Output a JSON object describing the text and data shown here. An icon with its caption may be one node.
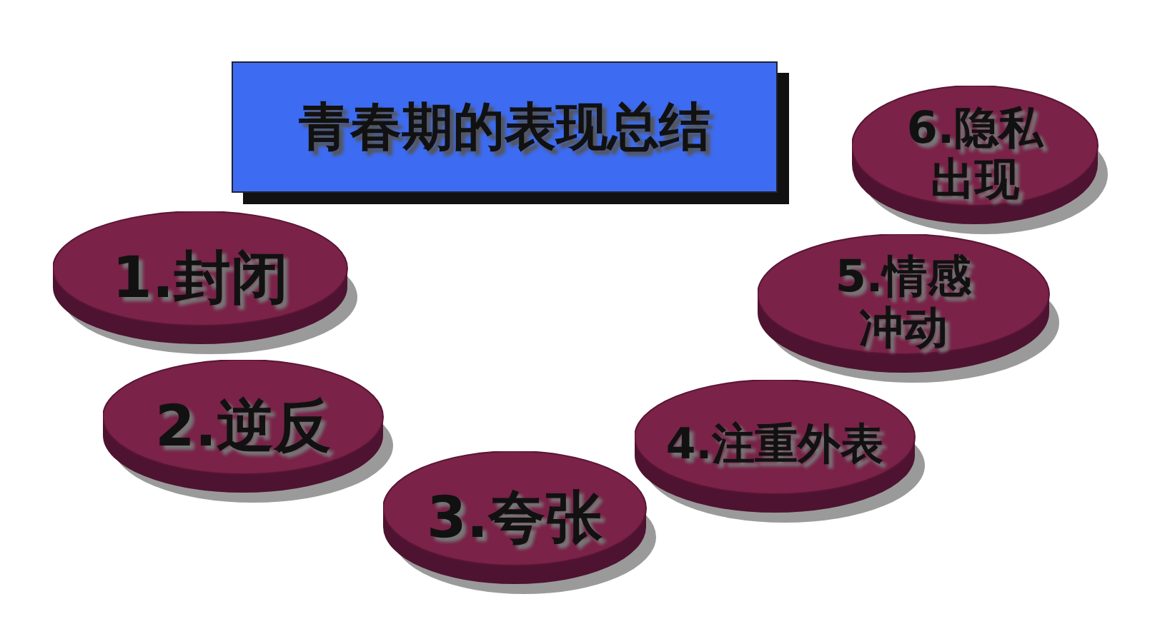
{
  "diagram": {
    "nodes": [
      {
        "text": [
          "青春期的表现总结"
        ]
      },
      {
        "text": [
          "1.封闭"
        ]
      },
      {
        "text": [
          "2.逆反"
        ]
      },
      {
        "text": [
          "3.夸张"
        ]
      },
      {
        "text": [
          "4.注重外表"
        ]
      },
      {
        "text": [
          "5.情感冲动"
        ]
      },
      {
        "text": [
          "6.隐私出现"
        ]
      }
    ]
  }
}
